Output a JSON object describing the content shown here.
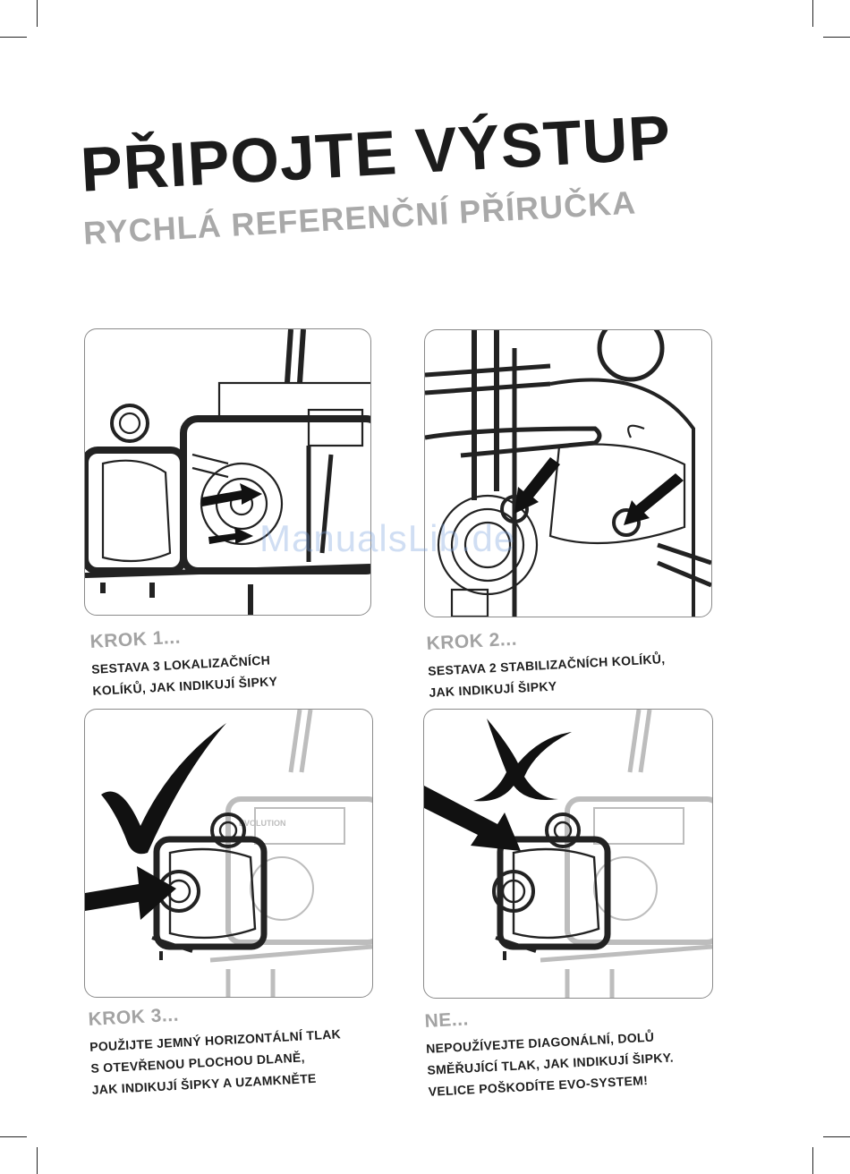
{
  "header": {
    "title": "PŘIPOJTE VÝSTUP",
    "subtitle": "RYCHLÁ REFERENČNÍ PŘÍRUČKA"
  },
  "panels": [
    {
      "step": "KROK 1...",
      "lines": [
        "SESTAVA 3 LOKALIZAČNÍCH",
        "KOLÍKŮ, JAK INDIKUJÍ ŠIPKY"
      ]
    },
    {
      "step": "KROK 2...",
      "lines": [
        "SESTAVA 2 STABILIZAČNÍCH KOLÍKŮ,",
        "JAK INDIKUJÍ ŠIPKY"
      ]
    },
    {
      "step": "KROK 3...",
      "lines": [
        "POUŽIJTE JEMNÝ HORIZONTÁLNÍ TLAK",
        "S OTEVŘENOU PLOCHOU DLANĚ,",
        "JAK INDIKUJÍ ŠIPKY A UZAMKNĚTE"
      ]
    },
    {
      "step": "NE...",
      "lines": [
        "NEPOUŽÍVEJTE DIAGONÁLNÍ, DOLŮ",
        "SMĚŘUJÍCÍ TLAK, JAK INDIKUJÍ ŠIPKY.",
        "VELICE POŠKODÍTE EVO-SYSTEM!"
      ]
    }
  ],
  "illustration_labels": {
    "brand": "EVOLUTION"
  },
  "watermark": "ManualsLib.de",
  "icons": [
    "arrow-icon",
    "checkmark-icon",
    "cross-icon"
  ],
  "colors": {
    "title": "#1c1c1c",
    "subtitle": "#a9a9a9",
    "step": "#a3a3a3",
    "frame": "#8a8a8a"
  }
}
